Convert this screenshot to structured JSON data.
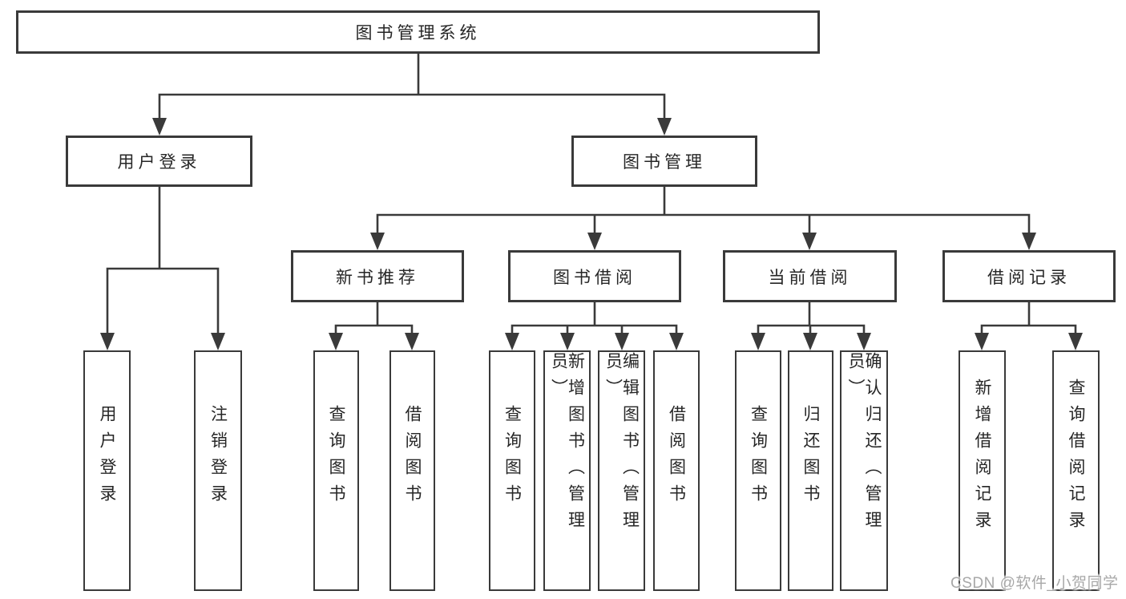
{
  "colors": {
    "line": "#3a3a3a",
    "text": "#262626",
    "watermark": "#a8a8a8"
  },
  "watermark": {
    "text": "CSDN @软件_小贺同学"
  },
  "tree": {
    "root": {
      "label": "图书管理系统"
    },
    "branches": [
      {
        "label": "用户登录",
        "children": [
          {
            "label": "用户登录"
          },
          {
            "label": "注销登录"
          }
        ]
      },
      {
        "label": "图书管理",
        "children": [
          {
            "label": "新书推荐",
            "children": [
              {
                "label": "查询图书"
              },
              {
                "label": "借阅图书"
              }
            ]
          },
          {
            "label": "图书借阅",
            "children": [
              {
                "label": "查询图书"
              },
              {
                "label": "新增图书（管理员）"
              },
              {
                "label": "编辑图书（管理员）"
              },
              {
                "label": "借阅图书"
              }
            ]
          },
          {
            "label": "当前借阅",
            "children": [
              {
                "label": "查询图书"
              },
              {
                "label": "归还图书"
              },
              {
                "label": "确认归还（管理员）"
              }
            ]
          },
          {
            "label": "借阅记录",
            "children": [
              {
                "label": "新增借阅记录"
              },
              {
                "label": "查询借阅记录"
              }
            ]
          }
        ]
      }
    ]
  }
}
